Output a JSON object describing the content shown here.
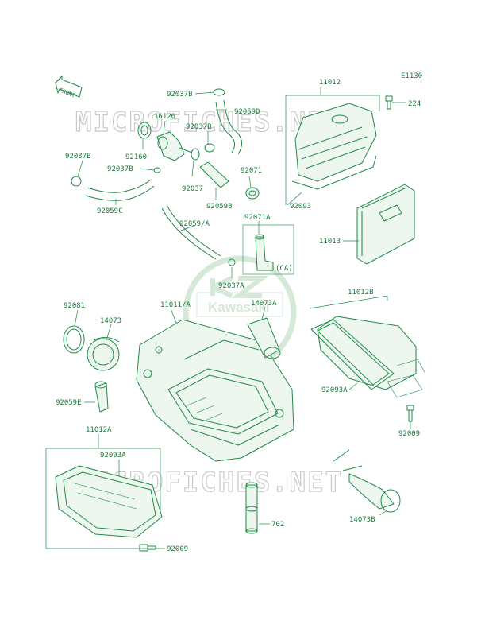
{
  "diagram_code": "E1130",
  "front_label": "FRONT",
  "logo_text": "Kawasaki",
  "watermarks": [
    "MICROFICHES.NET",
    "MICROFICHES.NET"
  ],
  "parts": [
    {
      "id": "11012",
      "text": "11012"
    },
    {
      "id": "224",
      "text": "224"
    },
    {
      "id": "92037B-top",
      "text": "92037B"
    },
    {
      "id": "92059D",
      "text": "92059D"
    },
    {
      "id": "16126",
      "text": "16126"
    },
    {
      "id": "92037B-mid",
      "text": "92037B"
    },
    {
      "id": "92160",
      "text": "92160"
    },
    {
      "id": "92037B-left",
      "text": "92037B"
    },
    {
      "id": "92037B-left2",
      "text": "92037B"
    },
    {
      "id": "92071",
      "text": "92071"
    },
    {
      "id": "92037",
      "text": "92037"
    },
    {
      "id": "92059B",
      "text": "92059B"
    },
    {
      "id": "92093",
      "text": "92093"
    },
    {
      "id": "92059C",
      "text": "92059C"
    },
    {
      "id": "92059-A",
      "text": "92059/A"
    },
    {
      "id": "92071A",
      "text": "92071A"
    },
    {
      "id": "11013",
      "text": "11013"
    },
    {
      "id": "CA",
      "text": "(CA)"
    },
    {
      "id": "92037A",
      "text": "92037A"
    },
    {
      "id": "11012B",
      "text": "11012B"
    },
    {
      "id": "92081",
      "text": "92081"
    },
    {
      "id": "11011-A",
      "text": "11011/A"
    },
    {
      "id": "14073A",
      "text": "14073A"
    },
    {
      "id": "14073",
      "text": "14073"
    },
    {
      "id": "92093A-right",
      "text": "92093A"
    },
    {
      "id": "92059E",
      "text": "92059E"
    },
    {
      "id": "92009-right",
      "text": "92009"
    },
    {
      "id": "11012A",
      "text": "11012A"
    },
    {
      "id": "92093A-left",
      "text": "92093A"
    },
    {
      "id": "702",
      "text": "702"
    },
    {
      "id": "14073B",
      "text": "14073B"
    },
    {
      "id": "92009-bottom",
      "text": "92009"
    }
  ]
}
